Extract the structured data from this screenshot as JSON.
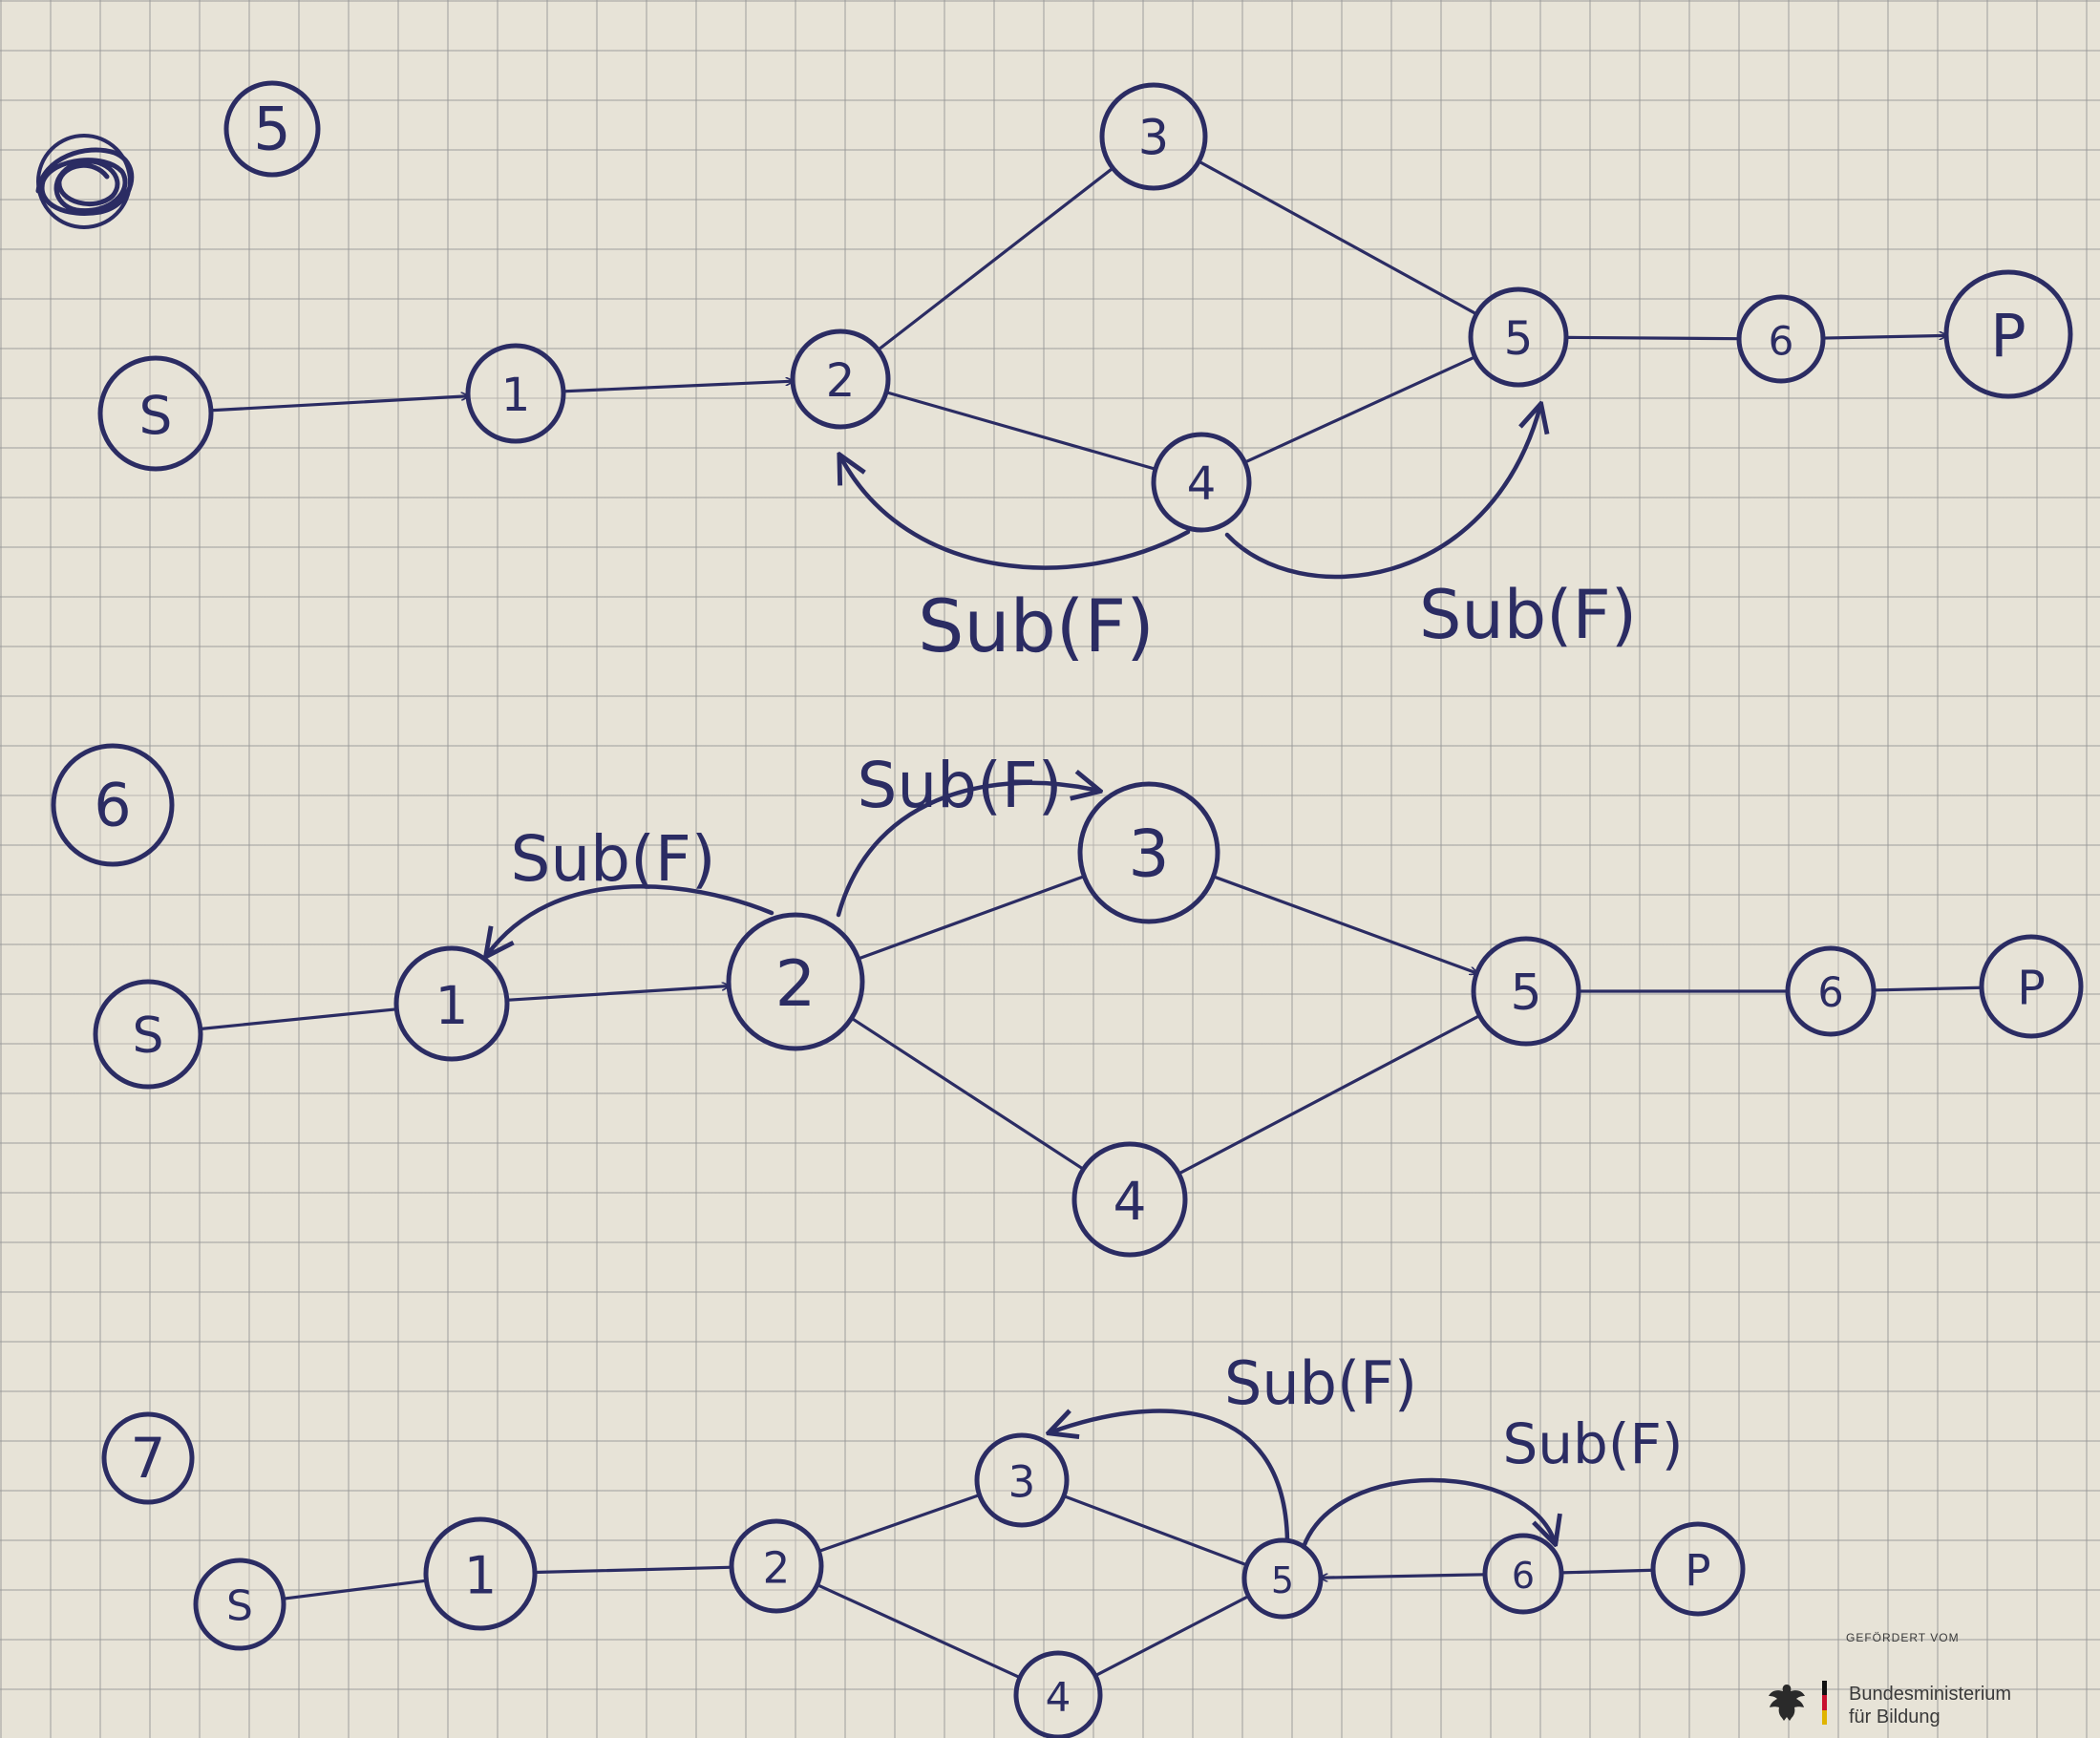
{
  "colors": {
    "ink": "#2b2c63",
    "paper": "#e7e3d7",
    "grid": "#969696"
  },
  "diagrams": [
    {
      "id": "5",
      "label": "5",
      "nodes": [
        {
          "id": "S",
          "label": "S"
        },
        {
          "id": "1",
          "label": "1"
        },
        {
          "id": "2",
          "label": "2"
        },
        {
          "id": "3",
          "label": "3"
        },
        {
          "id": "4",
          "label": "4"
        },
        {
          "id": "5",
          "label": "5"
        },
        {
          "id": "6",
          "label": "6"
        },
        {
          "id": "P",
          "label": "P"
        }
      ],
      "edges": [
        {
          "from": "S",
          "to": "1",
          "directed": true
        },
        {
          "from": "1",
          "to": "2",
          "directed": true
        },
        {
          "from": "2",
          "to": "3",
          "directed": false
        },
        {
          "from": "2",
          "to": "4",
          "directed": false
        },
        {
          "from": "3",
          "to": "5",
          "directed": false
        },
        {
          "from": "4",
          "to": "5",
          "directed": false
        },
        {
          "from": "5",
          "to": "6",
          "directed": false
        },
        {
          "from": "6",
          "to": "P",
          "directed": true
        }
      ],
      "substitutions": [
        {
          "from": "4",
          "to": "2",
          "label": "Sub(F)"
        },
        {
          "from": "4",
          "to": "5",
          "label": "Sub(F)"
        }
      ]
    },
    {
      "id": "6",
      "label": "6",
      "nodes": [
        {
          "id": "S",
          "label": "S"
        },
        {
          "id": "1",
          "label": "1"
        },
        {
          "id": "2",
          "label": "2"
        },
        {
          "id": "3",
          "label": "3"
        },
        {
          "id": "4",
          "label": "4"
        },
        {
          "id": "5",
          "label": "5"
        },
        {
          "id": "6",
          "label": "6"
        },
        {
          "id": "P",
          "label": "P"
        }
      ],
      "edges": [
        {
          "from": "S",
          "to": "1",
          "directed": false
        },
        {
          "from": "1",
          "to": "2",
          "directed": true
        },
        {
          "from": "2",
          "to": "3",
          "directed": false
        },
        {
          "from": "2",
          "to": "4",
          "directed": false
        },
        {
          "from": "3",
          "to": "5",
          "directed": true
        },
        {
          "from": "4",
          "to": "5",
          "directed": false
        },
        {
          "from": "5",
          "to": "6",
          "directed": false
        },
        {
          "from": "6",
          "to": "P",
          "directed": false
        }
      ],
      "substitutions": [
        {
          "from": "2",
          "to": "1",
          "label": "Sub(F)"
        },
        {
          "from": "2",
          "to": "3",
          "label": "Sub(F)"
        }
      ]
    },
    {
      "id": "7",
      "label": "7",
      "nodes": [
        {
          "id": "S",
          "label": "S"
        },
        {
          "id": "1",
          "label": "1"
        },
        {
          "id": "2",
          "label": "2"
        },
        {
          "id": "3",
          "label": "3"
        },
        {
          "id": "4",
          "label": "4"
        },
        {
          "id": "5",
          "label": "5"
        },
        {
          "id": "6",
          "label": "6"
        },
        {
          "id": "P",
          "label": "P"
        }
      ],
      "edges": [
        {
          "from": "S",
          "to": "1",
          "directed": false
        },
        {
          "from": "1",
          "to": "2",
          "directed": false
        },
        {
          "from": "2",
          "to": "3",
          "directed": false
        },
        {
          "from": "2",
          "to": "4",
          "directed": false
        },
        {
          "from": "3",
          "to": "5",
          "directed": false
        },
        {
          "from": "4",
          "to": "5",
          "directed": false
        },
        {
          "from": "6",
          "to": "5",
          "directed": true
        },
        {
          "from": "6",
          "to": "P",
          "directed": false
        }
      ],
      "substitutions": [
        {
          "from": "5",
          "to": "3",
          "label": "Sub(F)"
        },
        {
          "from": "5",
          "to": "6",
          "label": "Sub(F)"
        }
      ]
    }
  ],
  "funder": {
    "caption": "GEFÖRDERT VOM",
    "name_line1": "Bundesministerium",
    "name_line2": "für Bildung"
  }
}
